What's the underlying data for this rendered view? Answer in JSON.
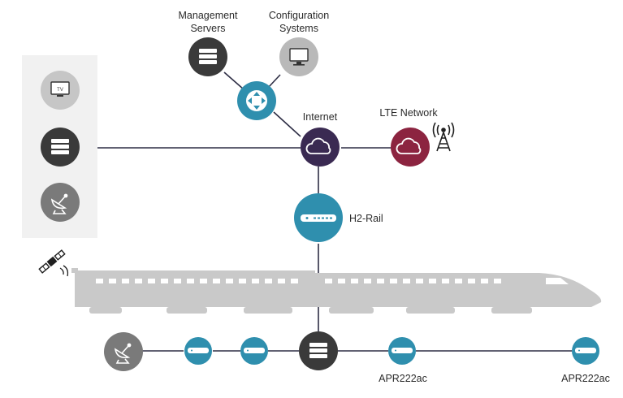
{
  "labels": {
    "management_servers_line1": "Management",
    "management_servers_line2": "Servers",
    "configuration_systems_line1": "Configuration",
    "configuration_systems_line2": "Systems",
    "internet": "Internet",
    "lte_network": "LTE Network",
    "h2_rail": "H2-Rail",
    "apr_1": "APR222ac",
    "apr_2": "APR222ac"
  },
  "icons": {
    "tv_text": "TV"
  },
  "colors": {
    "dark_node": "#3a3a3a",
    "gray_node": "#b9b9b9",
    "mid_gray_node": "#7a7a7a",
    "teal_node": "#2f8fae",
    "internet_node": "#3a2a52",
    "lte_node": "#8c2440",
    "line": "#2e2e45",
    "train": "#c9c9c9",
    "panel": "#f1f1f1"
  }
}
